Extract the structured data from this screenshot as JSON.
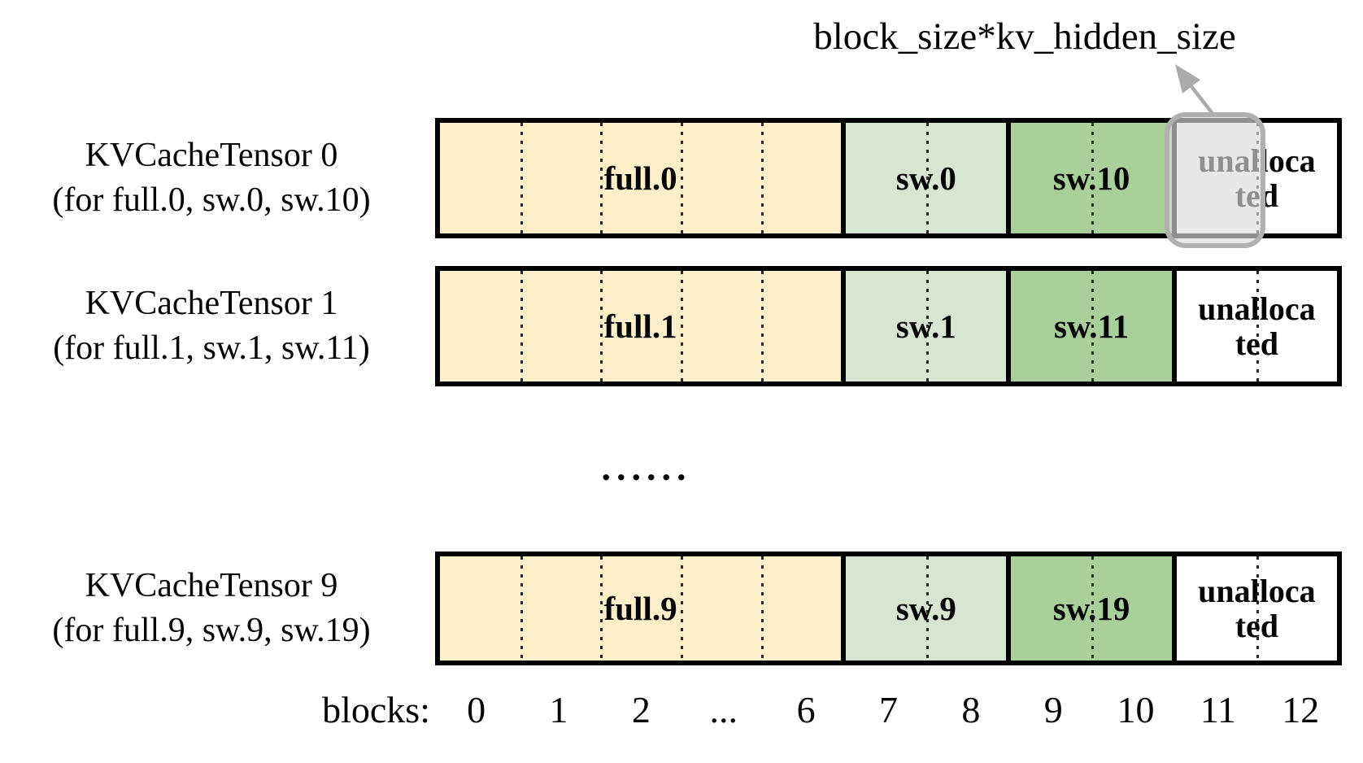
{
  "annotation": {
    "label": "block_size*kv_hidden_size"
  },
  "rows": [
    {
      "name": "KVCacheTensor 0",
      "subtitle": "(for full.0, sw.0, sw.10)",
      "segments": [
        {
          "label": "full.0"
        },
        {
          "label": "sw.0"
        },
        {
          "label": "sw.10"
        },
        {
          "label": "unallocated",
          "line1": "unalloca",
          "line2": "ted"
        }
      ]
    },
    {
      "name": "KVCacheTensor 1",
      "subtitle": "(for full.1, sw.1, sw.11)",
      "segments": [
        {
          "label": "full.1"
        },
        {
          "label": "sw.1"
        },
        {
          "label": "sw.11"
        },
        {
          "label": "unallocated",
          "line1": "unalloca",
          "line2": "ted"
        }
      ]
    },
    {
      "name": "KVCacheTensor 9",
      "subtitle": "(for full.9, sw.9, sw.19)",
      "segments": [
        {
          "label": "full.9"
        },
        {
          "label": "sw.9"
        },
        {
          "label": "sw.19"
        },
        {
          "label": "unallocated",
          "line1": "unalloca",
          "line2": "ted"
        }
      ]
    }
  ],
  "ellipsis": "......",
  "axis": {
    "label": "blocks:",
    "ticks": [
      "0",
      "1",
      "2",
      "...",
      "6",
      "7",
      "8",
      "9",
      "10",
      "11",
      "12"
    ]
  },
  "colors": {
    "full": "#FCEFCA",
    "swlow": "#D6E6D1",
    "swhigh": "#A9CF9B",
    "unalloc": "#FFFFFF",
    "border": "#000000",
    "hlfill": "rgba(219,219,219,0.65)",
    "hlborder": "#B0B0B0",
    "arrow": "#ABABAB"
  }
}
